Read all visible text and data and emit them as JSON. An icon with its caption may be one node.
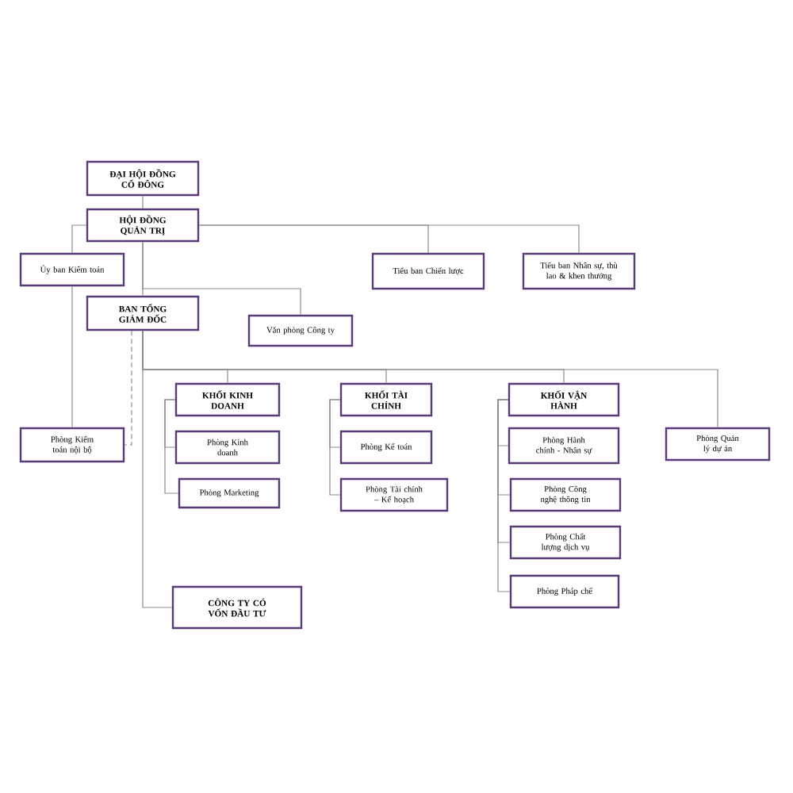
{
  "diagram": {
    "nodes": [
      {
        "text": [
          "ĐẠI HỘI ĐỒNG CỔ ĐÔNG"
        ]
      },
      {
        "text": [
          "HỘI ĐỒNG QUẢN TRỊ"
        ]
      },
      {
        "text": [
          "Ủy ban Kiểm toán"
        ]
      },
      {
        "text": [
          "Tiểu ban Chiến lược"
        ]
      },
      {
        "text": [
          "Tiểu ban Nhân sự, thù lao & khen thưởng"
        ]
      },
      {
        "text": [
          "BAN TỔNG GIÁM ĐỐC"
        ]
      },
      {
        "text": [
          "Văn phòng Công ty"
        ]
      },
      {
        "text": [
          "Phòng Kiểm toán nội bộ"
        ]
      },
      {
        "text": [
          "KHỐI KINH DOANH"
        ]
      },
      {
        "text": [
          "Phòng Kinh doanh"
        ]
      },
      {
        "text": [
          "Phòng Marketing"
        ]
      },
      {
        "text": [
          "KHỐI TÀI CHÍNH"
        ]
      },
      {
        "text": [
          "Phòng Kế toán"
        ]
      },
      {
        "text": [
          "Phòng Tài chính – Kế hoạch"
        ]
      },
      {
        "text": [
          "KHỐI VẬN HÀNH"
        ]
      },
      {
        "text": [
          "Phòng Hành chính - Nhân sự"
        ]
      },
      {
        "text": [
          "Phòng Công nghệ thông tin"
        ]
      },
      {
        "text": [
          "Phòng Chất lượng dịch vụ"
        ]
      },
      {
        "text": [
          "Phòng Pháp chế"
        ]
      },
      {
        "text": [
          "Phòng Quản lý dự án"
        ]
      },
      {
        "text": [
          "CÔNG TY CÓ VỐN ĐẦU TƯ"
        ]
      }
    ],
    "edges": [
      {
        "from": 0,
        "to": 1,
        "arrow": "none"
      },
      {
        "from": 1,
        "to": 2,
        "arrow": "none"
      },
      {
        "from": 2,
        "to": 7,
        "arrow": "none"
      },
      {
        "from": 1,
        "to": 3,
        "arrow": "none"
      },
      {
        "from": 1,
        "to": 4,
        "arrow": "none"
      },
      {
        "from": 1,
        "to": 5,
        "arrow": "none"
      },
      {
        "from": 1,
        "to": 6,
        "arrow": "none"
      },
      {
        "from": 5,
        "to": 7,
        "arrow": "none",
        "style": "dashed"
      },
      {
        "from": 5,
        "to": 8,
        "arrow": "none"
      },
      {
        "from": 5,
        "to": 11,
        "arrow": "none"
      },
      {
        "from": 5,
        "to": 14,
        "arrow": "none"
      },
      {
        "from": 5,
        "to": 19,
        "arrow": "none"
      },
      {
        "from": 5,
        "to": 20,
        "arrow": "none"
      },
      {
        "from": 8,
        "to": 9,
        "arrow": "none"
      },
      {
        "from": 8,
        "to": 10,
        "arrow": "none"
      },
      {
        "from": 11,
        "to": 12,
        "arrow": "none"
      },
      {
        "from": 11,
        "to": 13,
        "arrow": "none"
      },
      {
        "from": 14,
        "to": 15,
        "arrow": "none"
      },
      {
        "from": 14,
        "to": 16,
        "arrow": "none"
      },
      {
        "from": 14,
        "to": 17,
        "arrow": "none"
      },
      {
        "from": 14,
        "to": 18,
        "arrow": "none"
      }
    ]
  }
}
